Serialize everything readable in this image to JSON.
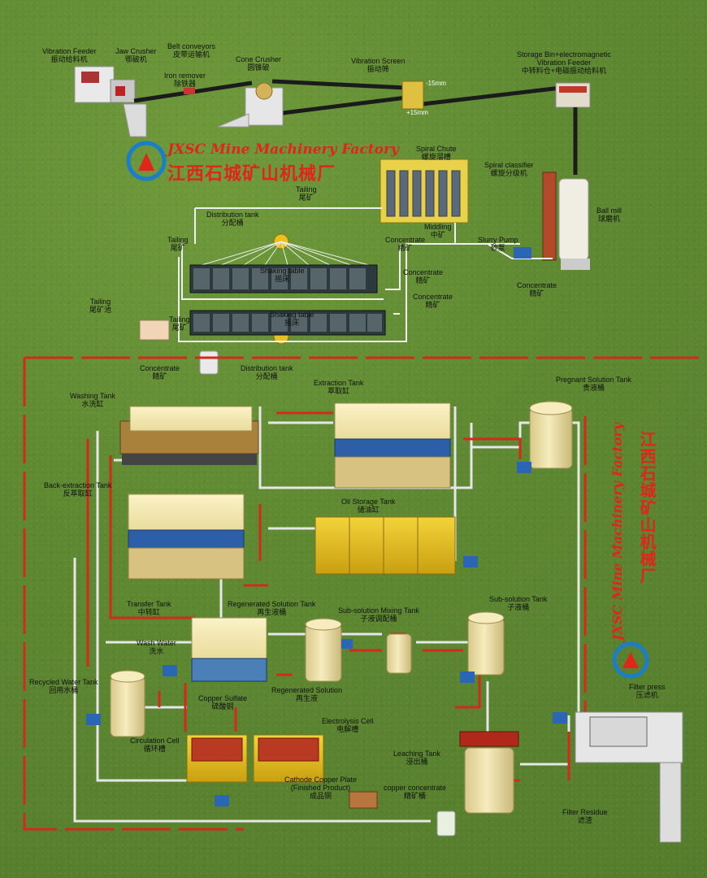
{
  "brand": {
    "en": "JXSC Mine Machinery Factory",
    "cn": "江西石城矿山机械厂"
  },
  "labels": {
    "vibration_feeder": {
      "en": "Vibration Feeder",
      "cn": "振动给料机"
    },
    "jaw_crusher": {
      "en": "Jaw Crusher",
      "cn": "鄂破机"
    },
    "belt_conveyors": {
      "en": "Belt conveyors",
      "cn": "皮带运输机"
    },
    "iron_remover": {
      "en": "Iron remover",
      "cn": "除铁器"
    },
    "cone_crusher": {
      "en": "Cone Crusher",
      "cn": "圆锥破"
    },
    "vibration_screen": {
      "en": "Vibration Screen",
      "cn": "振动筛"
    },
    "storage_bin": {
      "en": "Storage Bin+electromagnetic",
      "en2": "Vibration Feeder",
      "cn": "中转料仓+电磁振动给料机"
    },
    "spiral_chute": {
      "en": "Spiral Chute",
      "cn": "螺旋溜槽"
    },
    "spiral_classifier": {
      "en": "Spiral classifier",
      "cn": "螺旋分级机"
    },
    "ball_mill": {
      "en": "Ball mill",
      "cn": "球磨机"
    },
    "tailing_top": {
      "en": "Tailing",
      "cn": "尾矿"
    },
    "distribution_tank_top": {
      "en": "Distribution  tank",
      "cn": "分配桶"
    },
    "middling": {
      "en": "Middling",
      "cn": "中矿"
    },
    "concentrate_mid": {
      "en": "Concentrate",
      "cn": "精矿"
    },
    "slurry_pump": {
      "en": "Slurry Pump",
      "cn": "砂泵"
    },
    "tailing_left": {
      "en": "Tailing",
      "cn": "尾矿"
    },
    "shaking_table_1": {
      "en": "Shaking table",
      "cn": "摇床"
    },
    "concentrate_1": {
      "en": "Concentrate",
      "cn": "精矿"
    },
    "concentrate_ballmill": {
      "en": "Concentrate",
      "cn": "精矿"
    },
    "tailing_pond": {
      "en": "Tailing",
      "cn": "尾矿池"
    },
    "concentrate_2": {
      "en": "Concentrate",
      "cn": "精矿"
    },
    "tailing_lower": {
      "en": "Tailing",
      "cn": "尾矿"
    },
    "shaking_table_2": {
      "en": "Shaking table",
      "cn": "摇床"
    },
    "concentrate_3": {
      "en": "Concentrate",
      "cn": "精矿"
    },
    "distribution_tank_bottom": {
      "en": "Distribution  tank",
      "cn": "分配桶"
    },
    "washing_tank": {
      "en": "Washing Tank",
      "cn": "水洗缸"
    },
    "extraction_tank": {
      "en": "Extraction Tank",
      "cn": "萃取缸"
    },
    "pregnant_solution_tank": {
      "en": "Pregnant Solution Tank",
      "cn": "贵液桶"
    },
    "back_extraction_tank": {
      "en": "Back-extraction Tank",
      "cn": "反萃取缸"
    },
    "oil_storage_tank": {
      "en": "Oil Storage Tank",
      "cn": "储油缸"
    },
    "transfer_tank": {
      "en": "Transfer Tank",
      "cn": "中转缸"
    },
    "regenerated_solution_tank": {
      "en": "Regenerated Solution Tank",
      "cn": "再生液桶"
    },
    "sub_solution_mixing_tank": {
      "en": "Sub-solution Mixing Tank",
      "cn": "子液调配桶"
    },
    "sub_solution_tank": {
      "en": "Sub-solution Tank",
      "cn": "子液桶"
    },
    "wash_water": {
      "en": "Wash Water",
      "cn": "洗水"
    },
    "regenerated_solution": {
      "en": "Regenerated Solution",
      "cn": "再生液"
    },
    "recycled_water_tank": {
      "en": "Recycled Water Tank",
      "cn": "回用水桶"
    },
    "copper_sulfate": {
      "en": "Copper Sulfate",
      "cn": "硫酸铜"
    },
    "electrolysis_cell": {
      "en": "Electrolysis Cell",
      "cn": "电解槽"
    },
    "circulation_cell": {
      "en": "Circulation Cell",
      "cn": "循环槽"
    },
    "filter_press": {
      "en": "Filter press",
      "cn": "压滤机"
    },
    "leaching_tank": {
      "en": "Leaching Tank",
      "cn": "浸出桶"
    },
    "cathode_copper": {
      "en": "Cathode Copper Plate",
      "en2": "(Finished Product)",
      "cn": "成品铜"
    },
    "copper_concentrate": {
      "en": "copper concentrate",
      "cn": "精矿桶"
    },
    "filter_residue": {
      "en": "Filter Residue",
      "cn": "滤渣"
    }
  },
  "screen_tags": {
    "minus15": "-15mm",
    "plus15": "+15mm"
  },
  "colors": {
    "grass": "#5f8a32",
    "pipe_red": "#d42a1c",
    "pipe_white": "#e8e8e8",
    "tank_cream": "#f0e3a8",
    "equip_yellow": "#e9c21d",
    "brand_red": "#e0251b",
    "brand_blue": "#1a7fc8"
  }
}
